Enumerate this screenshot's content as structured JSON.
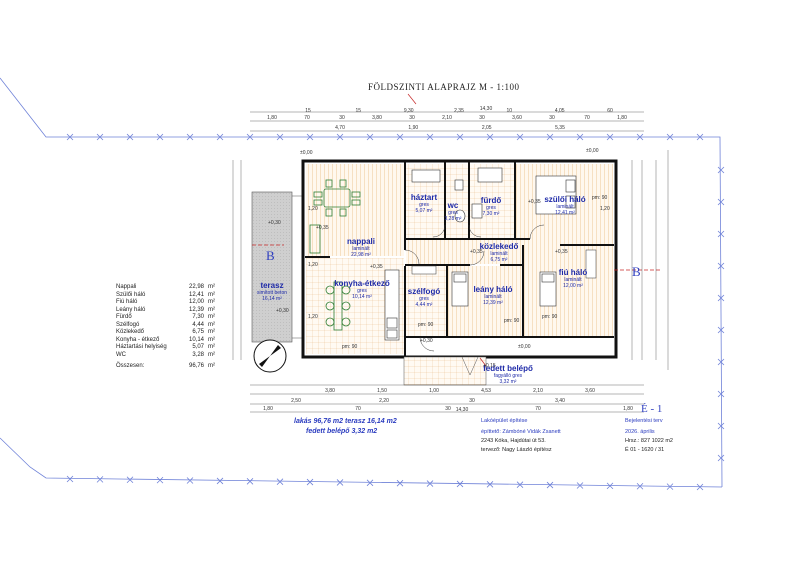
{
  "title": "FÖLDSZINTI ALAPRAJZ   M - 1:100",
  "rooms": {
    "terasz": {
      "name": "terasz",
      "material": "simított beton",
      "area": "16,14 m²"
    },
    "nappali": {
      "name": "nappali",
      "material": "laminált",
      "area": "22,98 m²"
    },
    "konyha": {
      "name": "konyha-étkező",
      "material": "gres",
      "area": "10,14 m²"
    },
    "haztart": {
      "name": "háztart",
      "material": "gres",
      "area": "5,07 m²"
    },
    "wc": {
      "name": "wc",
      "material": "gres",
      "area": "3,28 m²"
    },
    "furdo": {
      "name": "fürdő",
      "material": "gres",
      "area": "7,30 m²"
    },
    "szuloi": {
      "name": "szülői háló",
      "material": "laminált",
      "area": "12,41 m²"
    },
    "kozlekedo": {
      "name": "közlekedő",
      "material": "laminált",
      "area": "6,75 m²"
    },
    "szelfogo": {
      "name": "szélfogó",
      "material": "gres",
      "area": "4,44 m²"
    },
    "lany": {
      "name": "leány háló",
      "material": "laminált",
      "area": "12,39 m²"
    },
    "fiu": {
      "name": "fiú háló",
      "material": "laminált",
      "area": "12,00 m²"
    },
    "fedett": {
      "name": "fedett belépő",
      "material": "fagyálló gres",
      "area": "3,32 m²"
    }
  },
  "levels": {
    "l030a": "+0,30",
    "l035a": "+0,35",
    "l030b": "+0,30",
    "l035b": "+0,35",
    "l035c": "+0,35",
    "l035d": "+0,35",
    "l035e": "+0,35",
    "l030c": "+0,30",
    "l000a": "±0,00",
    "l000b": "±0,00",
    "l000c": "±0,00",
    "l015": "+0,15"
  },
  "section_marks": {
    "b_left": "B",
    "b_right": "B"
  },
  "elevation_mark": "É - 1",
  "top_dims": {
    "r1": [
      "1,80",
      "70",
      "30",
      "3,80",
      "30",
      "2,10",
      "30",
      "3,60",
      "30",
      "70",
      "1,80"
    ],
    "r2": [
      "4,70",
      "1,90",
      "2,05",
      "5,35"
    ],
    "total": "14,30",
    "mid": [
      "15",
      "15",
      "9,30",
      "2,35",
      "10",
      "4,05",
      "60"
    ]
  },
  "bottom_dims": {
    "r1": [
      "3,80",
      "1,50",
      "1,00",
      "4,53",
      "2,10",
      "3,60"
    ],
    "r2": [
      "2,50",
      "2,20",
      "30",
      "3,40"
    ],
    "total": "14,30",
    "outer": [
      "1,80",
      "70",
      "30",
      "70",
      "1,80"
    ]
  },
  "area_table": [
    {
      "name": "Nappali",
      "value": "22,98",
      "unit": "m²"
    },
    {
      "name": "Szülői háló",
      "value": "12,41",
      "unit": "m²"
    },
    {
      "name": "Fiú háló",
      "value": "12,00",
      "unit": "m²"
    },
    {
      "name": "Leány háló",
      "value": "12,39",
      "unit": "m²"
    },
    {
      "name": "Fürdő",
      "value": "7,30",
      "unit": "m²"
    },
    {
      "name": "Szélfogó",
      "value": "4,44",
      "unit": "m²"
    },
    {
      "name": "Közlekedő",
      "value": "6,75",
      "unit": "m²"
    },
    {
      "name": "Konyha - étkező",
      "value": "10,14",
      "unit": "m²"
    },
    {
      "name": "Háztartási helyiség",
      "value": "5,07",
      "unit": "m²"
    },
    {
      "name": "WC",
      "value": "3,28",
      "unit": "m²"
    }
  ],
  "area_total": {
    "name": "Összesen:",
    "value": "96,76",
    "unit": "m²"
  },
  "summary": {
    "line1": "lakás  96,76 m2  terasz  16,14 m2",
    "line2": "fedett belépő  3,32 m2"
  },
  "project": {
    "type": "Lakóépület építése",
    "builder": "építtető: Zámbóné Vidák Zsanett",
    "address": "2243 Kóka, Hajdútai út 53.",
    "designer": "tervező:  Nagy László  építész",
    "doc_type": "Bejelentési terv",
    "date": "2026. április",
    "hrsz": "Hrsz.: 827   1022 m2",
    "code": "É 01 - 1620 / 31"
  },
  "misc": {
    "pm1": "pm: 90",
    "pm2": "pm: 90",
    "pm3": "pm: 90",
    "pm4": "pm: 90",
    "pm5": "pm: 90",
    "h1": "1,20",
    "h2": "1,20",
    "h3": "1,20",
    "h4": "1,20"
  },
  "colors": {
    "accent": "#1e2aa8",
    "fence": "#6f82d8",
    "terrace": "#c8c8c8",
    "floor_hatch": "#e9b66e"
  }
}
